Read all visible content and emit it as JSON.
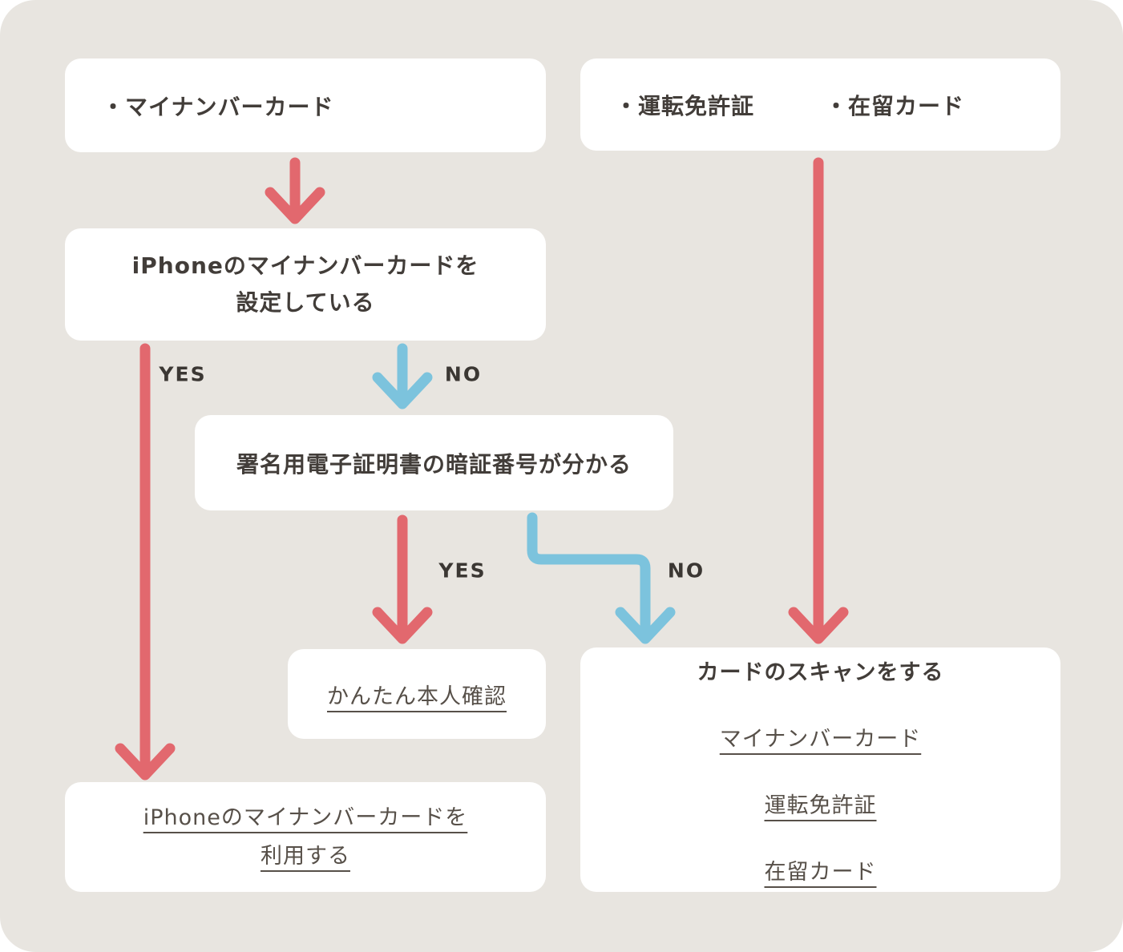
{
  "colors": {
    "canvas_background": "#e8e5e0",
    "box_background": "#ffffff",
    "arrow_red": "#e2686e",
    "arrow_blue": "#7cc3dd",
    "text_dark": "#423d39",
    "text_link": "#575049"
  },
  "nodes": {
    "mynumber_source": {
      "label": "・マイナンバーカード"
    },
    "other_ids_source": {
      "items": [
        "・運転免許証",
        "・在留カード"
      ]
    },
    "setup_question": {
      "line1": "iPhoneのマイナンバーカードを",
      "line2": "設定している"
    },
    "pin_question": {
      "label": "署名用電子証明書の暗証番号が分かる"
    },
    "easy_verification": {
      "link": "かんたん本人確認"
    },
    "card_scan": {
      "title": "カードのスキャンをする",
      "links": [
        "マイナンバーカード",
        "運転免許証",
        "在留カード"
      ]
    },
    "use_iphone_mynumber": {
      "line1": "iPhoneのマイナンバーカードを",
      "line2": "利用する"
    }
  },
  "edge_labels": {
    "setup_yes": "YES",
    "setup_no": "NO",
    "pin_yes": "YES",
    "pin_no": "NO"
  }
}
